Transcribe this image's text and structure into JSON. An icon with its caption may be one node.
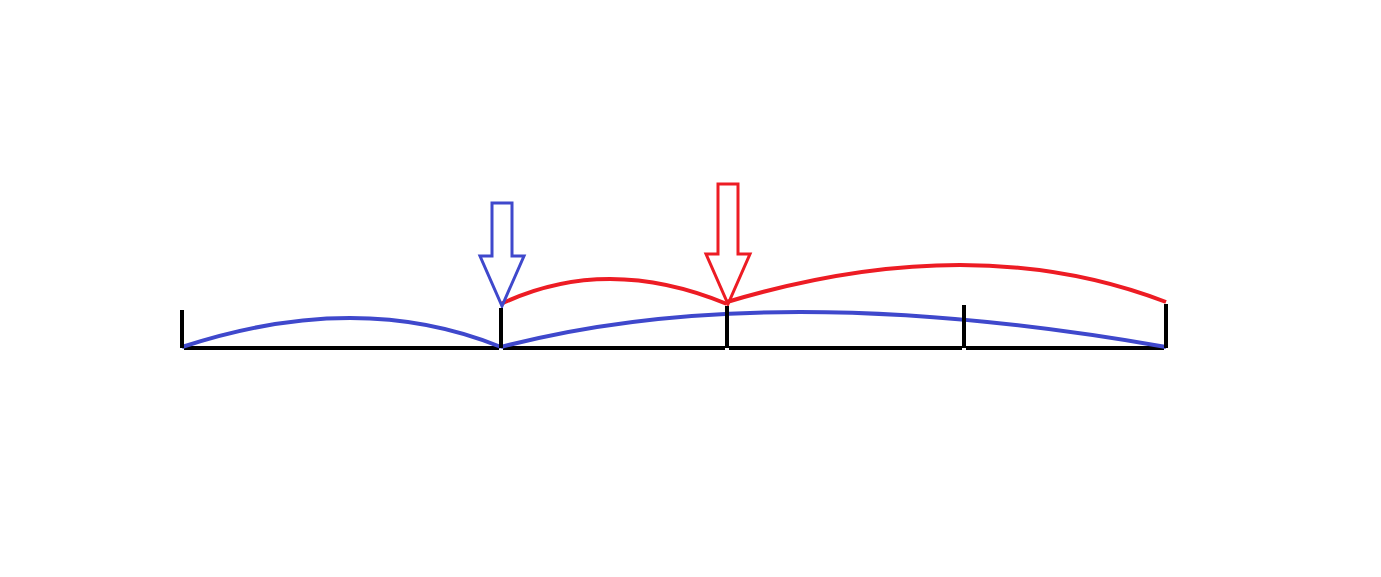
{
  "diagram": {
    "nodes": [
      {
        "text": [],
        "shape": "bar"
      },
      {
        "text": [],
        "shape": "bar"
      },
      {
        "text": [],
        "shape": "bar"
      },
      {
        "text": [],
        "shape": "bar"
      },
      {
        "text": [],
        "shape": "bar"
      }
    ],
    "edges": [
      {
        "from": 0,
        "to": 1,
        "arrow": "none"
      },
      {
        "from": 1,
        "to": 2,
        "arrow": "none"
      },
      {
        "from": 2,
        "to": 3,
        "arrow": "none"
      },
      {
        "from": 3,
        "to": 4,
        "arrow": "none"
      },
      {
        "from": 0,
        "to": 1,
        "arrow": "none",
        "color": "#3f48cc"
      },
      {
        "from": 1,
        "to": 4,
        "arrow": "none",
        "color": "#3f48cc"
      },
      {
        "from": 1,
        "to": 2,
        "arrow": "none",
        "color": "#ed1c24"
      },
      {
        "from": 2,
        "to": 4,
        "arrow": "none",
        "color": "#ed1c24"
      },
      {
        "from": null,
        "to": 1,
        "arrow": "to",
        "color": "#3f48cc"
      },
      {
        "from": null,
        "to": 2,
        "arrow": "to",
        "color": "#ed1c24"
      }
    ]
  }
}
